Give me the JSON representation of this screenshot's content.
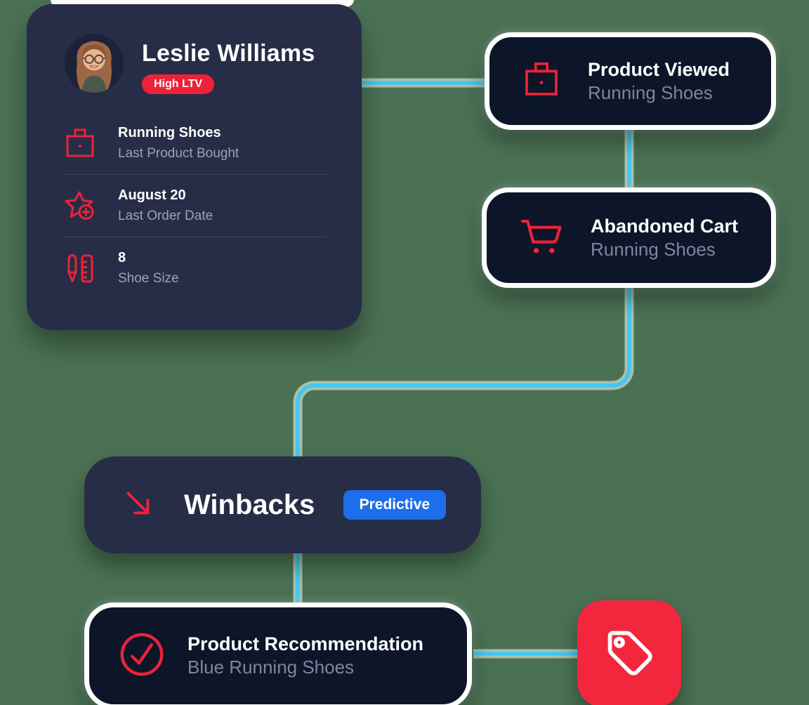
{
  "profile_card": {
    "name": "Leslie Williams",
    "ltv_badge": "High LTV",
    "avatar": "woman-portrait-avatar",
    "rows": [
      {
        "icon": "briefcase-icon",
        "value": "Running Shoes",
        "label": "Last Product Bought"
      },
      {
        "icon": "star-plus-icon",
        "value": "August 20",
        "label": "Last Order Date"
      },
      {
        "icon": "ruler-pencil-icon",
        "value": "8",
        "label": "Shoe Size"
      }
    ]
  },
  "flow_nodes": {
    "product_viewed": {
      "icon": "briefcase-icon",
      "title": "Product Viewed",
      "subtitle": "Running Shoes"
    },
    "abandoned_cart": {
      "icon": "cart-icon",
      "title": "Abandoned Cart",
      "subtitle": "Running Shoes"
    },
    "winbacks": {
      "icon": "arrow-down-right-icon",
      "title": "Winbacks",
      "badge": "Predictive"
    },
    "product_recommendation": {
      "icon": "check-circle-icon",
      "title": "Product Recommendation",
      "subtitle": "Blue Running Shoes"
    },
    "offer_tag": {
      "icon": "tag-icon"
    }
  },
  "colors": {
    "background_green": "#4B7154",
    "card_navy": "#272D47",
    "node_navy": "#0C1628",
    "accent_red": "#ED2239",
    "tile_red": "#F2273E",
    "predictive_blue": "#1D6EEA",
    "connector_cyan": "#3EC9F4",
    "secondary_text": "#9BA2B8",
    "node_subtitle_text": "#7C86A0"
  }
}
